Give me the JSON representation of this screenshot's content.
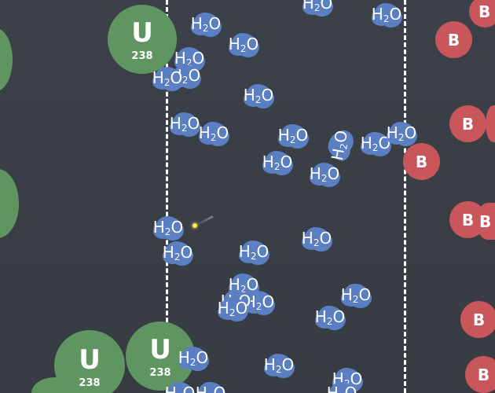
{
  "colors": {
    "background": "#3b4048",
    "uranium": "#5f9561",
    "boron": "#c8565a",
    "water": "#5b7fc3",
    "neutron": "#ffeb3b",
    "divider": "#ffffff"
  },
  "uranium": {
    "symbol": "U",
    "mass_number": "238"
  },
  "boron": {
    "symbol": "B"
  },
  "water": {
    "element_h": "H",
    "subscript": "2",
    "element_o": "O"
  }
}
